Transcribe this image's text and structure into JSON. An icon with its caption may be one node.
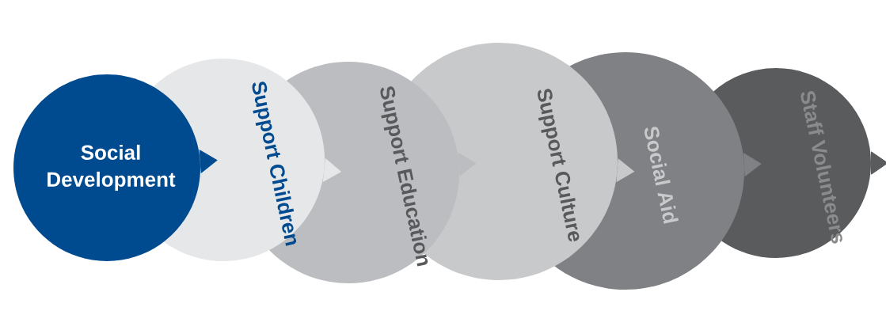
{
  "diagram": {
    "nodes": [
      {
        "text": [
          "Social Development"
        ]
      },
      {
        "text": [
          "Support Children"
        ]
      },
      {
        "text": [
          "Support Education"
        ]
      },
      {
        "text": [
          "Support Culture"
        ]
      },
      {
        "text": [
          "Social Aid"
        ]
      },
      {
        "text": [
          "Staff Volunteers"
        ]
      }
    ],
    "edges": [
      {
        "from": 0,
        "to": 1,
        "arrow": "to"
      },
      {
        "from": 1,
        "to": 2,
        "arrow": "to"
      },
      {
        "from": 2,
        "to": 3,
        "arrow": "to"
      },
      {
        "from": 3,
        "to": 4,
        "arrow": "to"
      },
      {
        "from": 4,
        "to": 5,
        "arrow": "to"
      },
      {
        "from": 5,
        "to": null,
        "arrow": "to"
      }
    ]
  }
}
